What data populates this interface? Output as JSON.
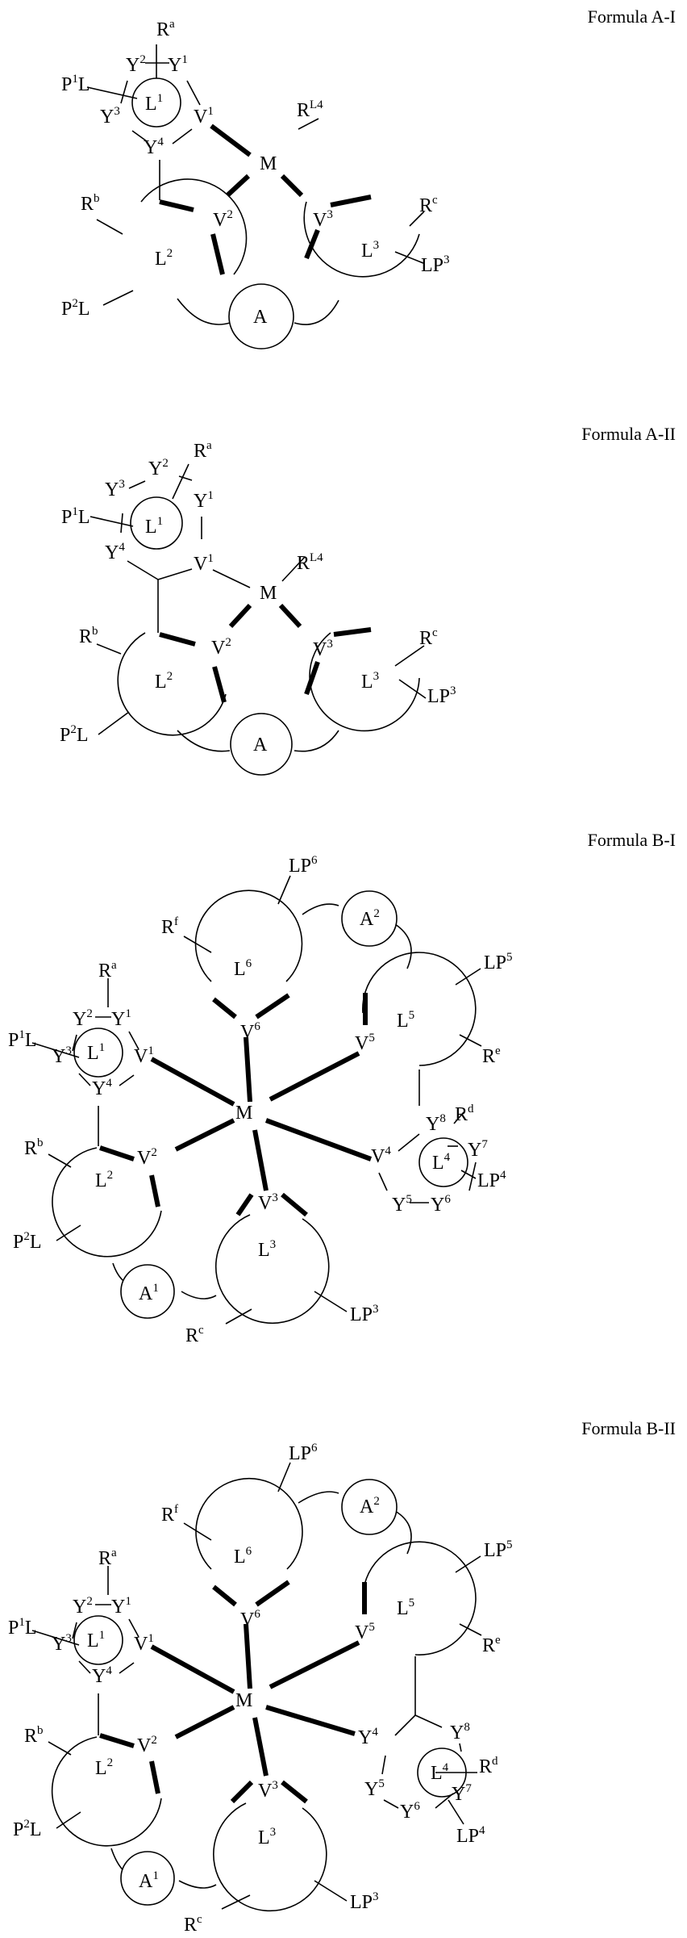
{
  "formulas": [
    {
      "caption": "Formula A-I",
      "labels": {
        "Ra": [
          "R",
          "a"
        ],
        "Y2": [
          "Y",
          "2"
        ],
        "Y1": [
          "Y",
          "1"
        ],
        "P1L": [
          "P",
          "1",
          "L"
        ],
        "L1": [
          "L",
          "1"
        ],
        "Y3": [
          "Y",
          "3"
        ],
        "V1": [
          "V",
          "1"
        ],
        "RL4": [
          "R",
          "L4"
        ],
        "Y4": [
          "Y",
          "4"
        ],
        "M": [
          "M"
        ],
        "Rb": [
          "R",
          "b"
        ],
        "V2": [
          "V",
          "2"
        ],
        "V3": [
          "V",
          "3"
        ],
        "Rc": [
          "R",
          "c"
        ],
        "L2": [
          "L",
          "2"
        ],
        "L3": [
          "L",
          "3"
        ],
        "LP3": [
          "LP",
          "3"
        ],
        "P2L": [
          "P",
          "2",
          "L"
        ],
        "A": [
          "A"
        ]
      }
    },
    {
      "caption": "Formula A-II",
      "labels": {
        "Ra": [
          "R",
          "a"
        ],
        "Y2": [
          "Y",
          "2"
        ],
        "Y3": [
          "Y",
          "3"
        ],
        "Y1": [
          "Y",
          "1"
        ],
        "P1L": [
          "P",
          "1",
          "L"
        ],
        "L1": [
          "L",
          "1"
        ],
        "Y4": [
          "Y",
          "4"
        ],
        "V1": [
          "V",
          "1"
        ],
        "RL4": [
          "R",
          "L4"
        ],
        "M": [
          "M"
        ],
        "Rb": [
          "R",
          "b"
        ],
        "V2": [
          "V",
          "2"
        ],
        "V3": [
          "V",
          "3"
        ],
        "Rc": [
          "R",
          "c"
        ],
        "L2": [
          "L",
          "2"
        ],
        "L3": [
          "L",
          "3"
        ],
        "LP3": [
          "LP",
          "3"
        ],
        "P2L": [
          "P",
          "2",
          "L"
        ],
        "A": [
          "A"
        ]
      }
    },
    {
      "caption": "Formula B-I",
      "labels": {
        "LP6": [
          "LP",
          "6"
        ],
        "Rf": [
          "R",
          "f"
        ],
        "L6": [
          "L",
          "6"
        ],
        "A2": [
          "A",
          "2"
        ],
        "LP5": [
          "LP",
          "5"
        ],
        "Ra": [
          "R",
          "a"
        ],
        "Y2": [
          "Y",
          "2"
        ],
        "Y1": [
          "Y",
          "1"
        ],
        "P1L": [
          "P",
          "1",
          "L"
        ],
        "L1": [
          "L",
          "1"
        ],
        "Y3": [
          "Y",
          "3"
        ],
        "V1": [
          "V",
          "1"
        ],
        "V6": [
          "V",
          "6"
        ],
        "L5": [
          "L",
          "5"
        ],
        "V5": [
          "V",
          "5"
        ],
        "Re": [
          "R",
          "e"
        ],
        "Y4": [
          "Y",
          "4"
        ],
        "M": [
          "M"
        ],
        "Y8": [
          "Y",
          "8"
        ],
        "Rd": [
          "R",
          "d"
        ],
        "Rb": [
          "R",
          "b"
        ],
        "V2": [
          "V",
          "2"
        ],
        "V4": [
          "V",
          "4"
        ],
        "L4": [
          "L",
          "4"
        ],
        "Y7": [
          "Y",
          "7"
        ],
        "LP4": [
          "LP",
          "4"
        ],
        "Y5": [
          "Y",
          "5"
        ],
        "Y6": [
          "Y",
          "6"
        ],
        "L2": [
          "L",
          "2"
        ],
        "V3": [
          "V",
          "3"
        ],
        "P2L": [
          "P",
          "2",
          "L"
        ],
        "L3": [
          "L",
          "3"
        ],
        "A1": [
          "A",
          "1"
        ],
        "LP3": [
          "LP",
          "3"
        ],
        "Rc": [
          "R",
          "c"
        ]
      }
    },
    {
      "caption": "Formula B-II",
      "labels": {
        "LP6": [
          "LP",
          "6"
        ],
        "Rf": [
          "R",
          "f"
        ],
        "L6": [
          "L",
          "6"
        ],
        "A2": [
          "A",
          "2"
        ],
        "LP5": [
          "LP",
          "5"
        ],
        "Ra": [
          "R",
          "a"
        ],
        "Y2": [
          "Y",
          "2"
        ],
        "Y1": [
          "Y",
          "1"
        ],
        "P1L": [
          "P",
          "1",
          "L"
        ],
        "L1": [
          "L",
          "1"
        ],
        "Y3": [
          "Y",
          "3"
        ],
        "V1": [
          "V",
          "1"
        ],
        "V6": [
          "V",
          "6"
        ],
        "L5": [
          "L",
          "5"
        ],
        "V5": [
          "V",
          "5"
        ],
        "Re": [
          "R",
          "e"
        ],
        "Y4": [
          "Y",
          "4"
        ],
        "M": [
          "M"
        ],
        "Y8": [
          "Y",
          "8"
        ],
        "Rd": [
          "R",
          "d"
        ],
        "Rb": [
          "R",
          "b"
        ],
        "V2": [
          "V",
          "2"
        ],
        "L4": [
          "L",
          "4"
        ],
        "Y7": [
          "Y",
          "7"
        ],
        "Y5": [
          "Y",
          "5"
        ],
        "Y6": [
          "Y",
          "6"
        ],
        "LP4": [
          "LP",
          "4"
        ],
        "L2": [
          "L",
          "2"
        ],
        "V3": [
          "V",
          "3"
        ],
        "P2L": [
          "P",
          "2",
          "L"
        ],
        "L3": [
          "L",
          "3"
        ],
        "A1": [
          "A",
          "1"
        ],
        "LP3": [
          "LP",
          "3"
        ],
        "Rc": [
          "R",
          "c"
        ]
      }
    }
  ]
}
